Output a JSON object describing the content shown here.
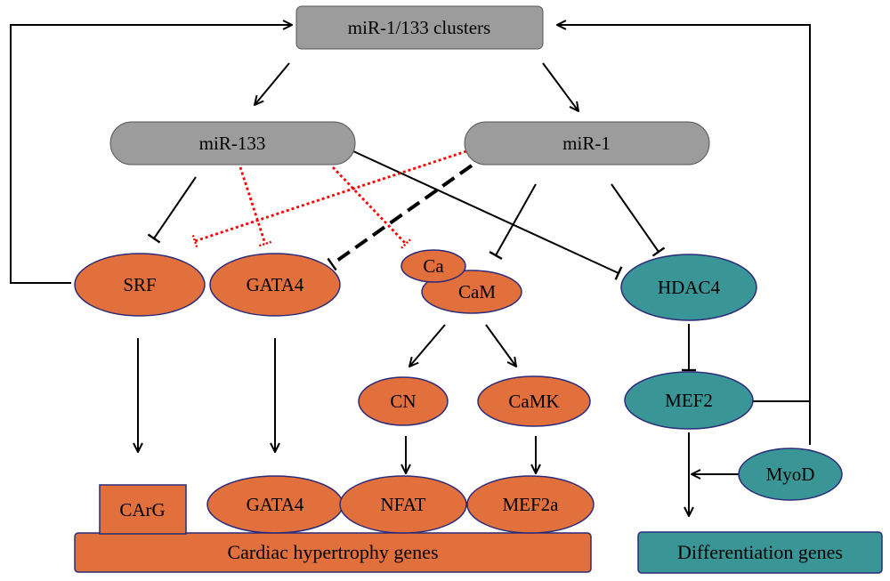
{
  "colors": {
    "orange": "#e2703d",
    "teal": "#3a9696",
    "gray": "#9c9c9c",
    "outline": "#2b2b7a",
    "inhibit_dotted": "#ff0000",
    "line": "#000000"
  },
  "nodes": {
    "clusters": "miR-1/133 clusters",
    "mir133": "miR-133",
    "mir1": "miR-1",
    "srf": "SRF",
    "gata4": "GATA4",
    "ca": "Ca",
    "cam": "CaM",
    "hdac4": "HDAC4",
    "cn": "CN",
    "camk": "CaMK",
    "mef2": "MEF2",
    "myod": "MyoD",
    "carg": "CArG",
    "gata4_target": "GATA4",
    "nfat": "NFAT",
    "mef2a": "MEF2a",
    "cardiac_genes": "Cardiac hypertrophy genes",
    "diff_genes": "Differentiation genes"
  }
}
